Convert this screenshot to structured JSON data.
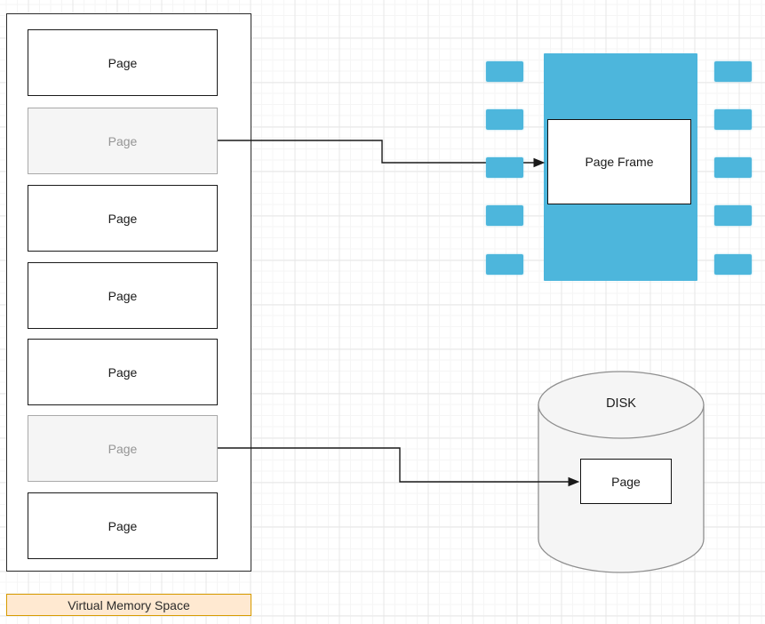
{
  "virtual_memory": {
    "label": "Virtual Memory Space",
    "pages": [
      {
        "label": "Page",
        "state": "normal"
      },
      {
        "label": "Page",
        "state": "dim"
      },
      {
        "label": "Page",
        "state": "normal"
      },
      {
        "label": "Page",
        "state": "normal"
      },
      {
        "label": "Page",
        "state": "normal"
      },
      {
        "label": "Page",
        "state": "dim"
      },
      {
        "label": "Page",
        "state": "normal"
      }
    ]
  },
  "memory_chip": {
    "page_frame_label": "Page Frame",
    "pin_count_per_side": 5
  },
  "disk": {
    "title": "DISK",
    "page_label": "Page"
  },
  "connections": [
    {
      "from": "virtual_memory.pages.1",
      "to": "memory_chip.page_frame"
    },
    {
      "from": "virtual_memory.pages.5",
      "to": "disk.page"
    }
  ],
  "colors": {
    "chip_blue": "#4db6dc",
    "vms_fill": "#ffe9d1",
    "vms_border": "#d79b00",
    "dim_fill": "#f5f5f5",
    "dim_text": "#959595",
    "disk_fill": "#f5f5f5",
    "disk_stroke": "#8f8f8f",
    "grid_major": "#e7e7e7",
    "grid_minor": "#f5f5f5"
  }
}
